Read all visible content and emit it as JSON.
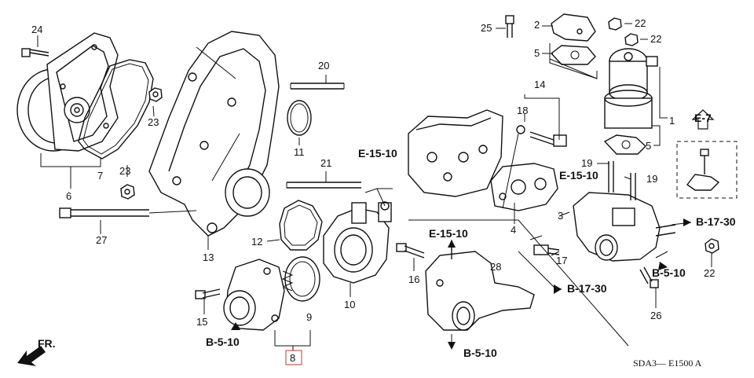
{
  "diagram": {
    "labels": {
      "p1": "1",
      "p2": "2",
      "p3": "3",
      "p4": "4",
      "p5a": "5",
      "p5b": "5",
      "p6": "6",
      "p7": "7",
      "p8": "8",
      "p9": "9",
      "p10": "10",
      "p11": "11",
      "p12": "12",
      "p13": "13",
      "p14": "14",
      "p15": "15",
      "p16": "16",
      "p17": "17",
      "p18": "18",
      "p19a": "19",
      "p19b": "19",
      "p20": "20",
      "p21": "21",
      "p22a": "22",
      "p22b": "22",
      "p22c": "22",
      "p23a": "23",
      "p23b": "23",
      "p24": "24",
      "p25": "25",
      "p26": "26",
      "p27": "27",
      "p28": "28"
    },
    "refs": {
      "e15_10_a": "E-15-10",
      "e15_10_b": "E-15-10",
      "e15_10_c": "E-15-10",
      "e7": "E-7",
      "b17_30_a": "B-17-30",
      "b17_30_b": "B-17-30",
      "b5_10_a": "B-5-10",
      "b5_10_b": "B-5-10",
      "b5_10_c": "B-5-10"
    },
    "front_label": "FR.",
    "diagram_code": "SDA3— E1500 A"
  }
}
